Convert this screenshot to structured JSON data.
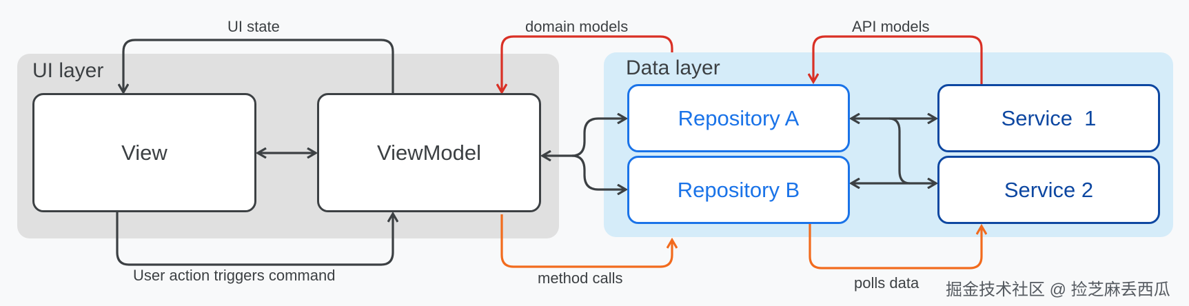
{
  "layers": {
    "ui": {
      "title": "UI layer"
    },
    "data": {
      "title": "Data layer"
    }
  },
  "nodes": {
    "view": "View",
    "viewmodel": "ViewModel",
    "repository_a": "Repository A",
    "repository_b": "Repository B",
    "service_1": "Service  1",
    "service_2": "Service 2"
  },
  "edge_labels": {
    "ui_state": "UI state",
    "user_action": "User action triggers command",
    "domain_models": "domain models",
    "method_calls": "method calls",
    "api_models": "API models",
    "polls_data": "polls data"
  },
  "watermark": "掘金技术社区 @ 捡芝麻丢西瓜",
  "colors": {
    "dark": "#3c4043",
    "red": "#d93025",
    "orange": "#f26b1d",
    "repo_blue": "#1a73e8",
    "service_blue": "#0d47a1"
  }
}
